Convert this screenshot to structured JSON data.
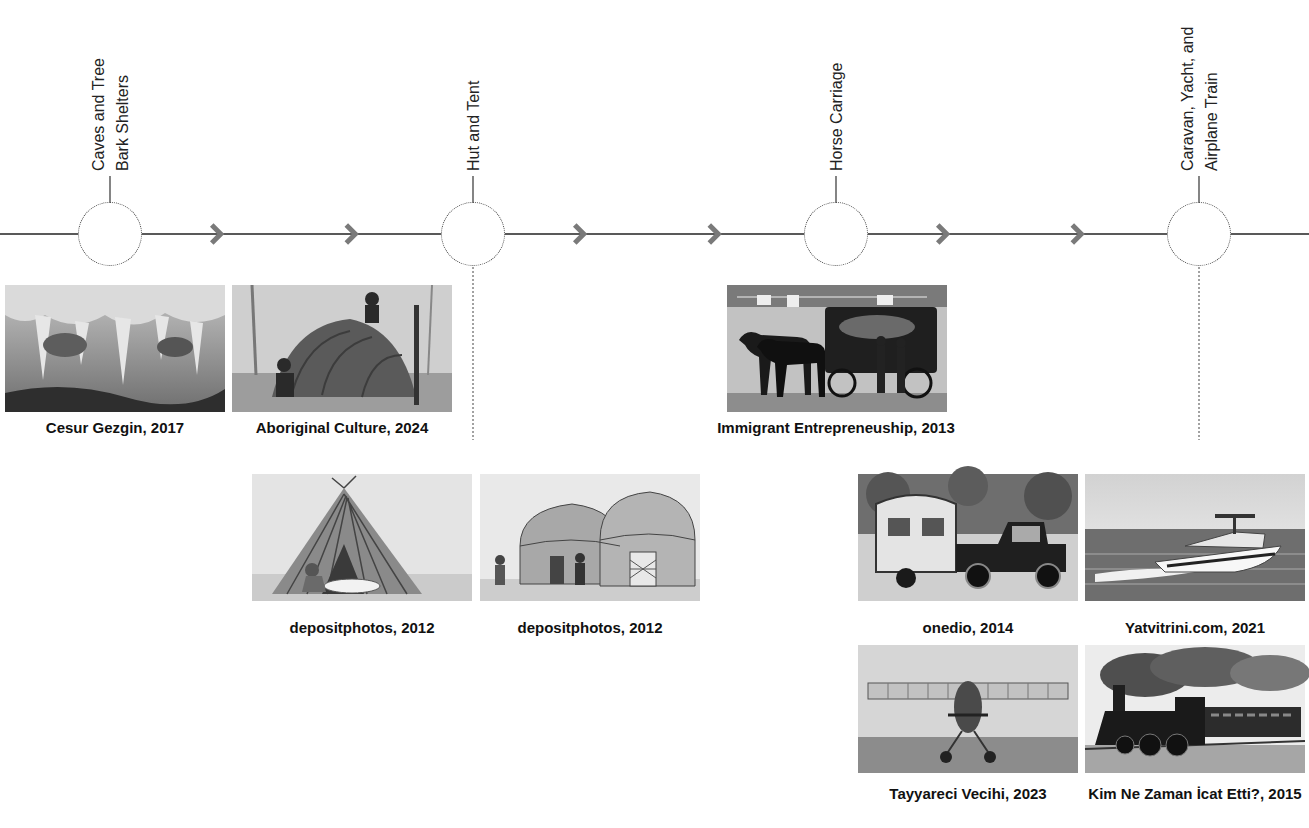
{
  "diagram": {
    "nodes": [
      {
        "text": [
          "Caves and Tree Bark Shelters"
        ]
      },
      {
        "text": [
          "Hut and Tent"
        ]
      },
      {
        "text": [
          "Horse Carriage"
        ]
      },
      {
        "text": [
          "Caravan, Yacht, and Airplane Train"
        ]
      }
    ],
    "edges": [
      {
        "from": 0,
        "to": 1,
        "arrow": "to"
      },
      {
        "from": 1,
        "to": 2,
        "arrow": "to"
      },
      {
        "from": 2,
        "to": 3,
        "arrow": "to"
      }
    ],
    "labels": [
      "Cesur Gezgin, 2017",
      "Aboriginal Culture, 2024",
      "Immigrant Entrepreneuship, 2013",
      "depositphotos, 2012",
      "depositphotos, 2012",
      "onedio, 2014",
      "Yatvitrini.com, 2021",
      "Tayyareci Vecihi, 2023",
      "Kim Ne Zaman İcat Etti?, 2015"
    ]
  }
}
